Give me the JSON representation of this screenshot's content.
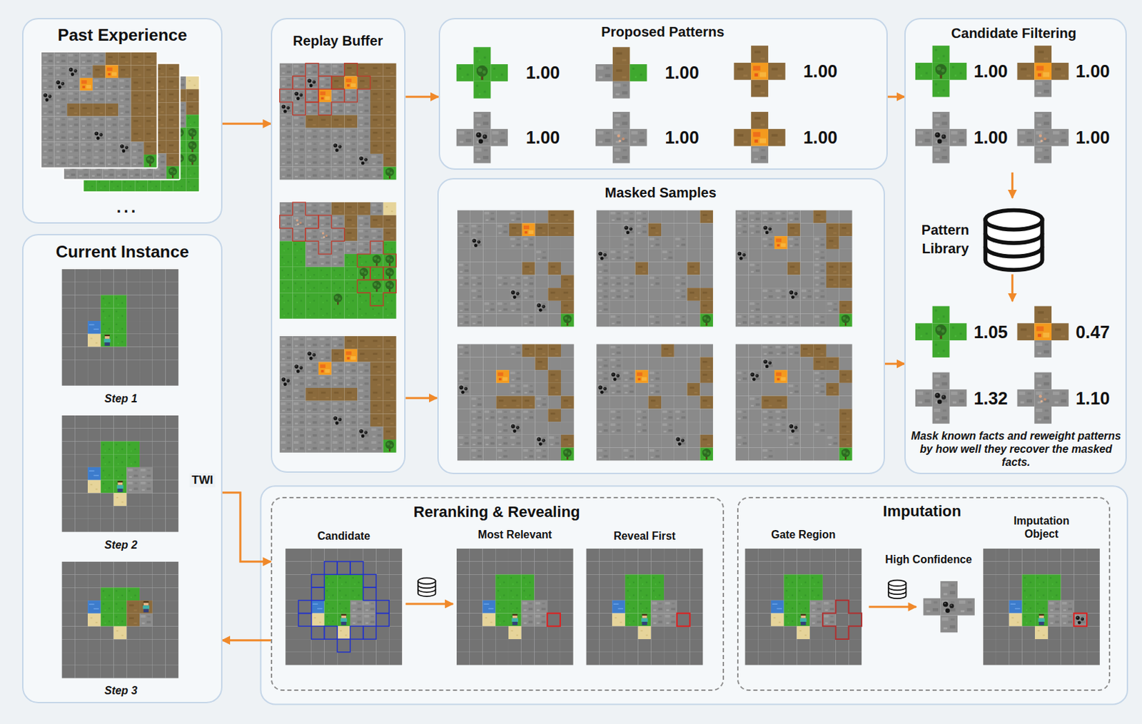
{
  "diagram": {
    "nodes": [
      {
        "text": [
          "Past Experience",
          "..."
        ]
      },
      {
        "text": [
          "Replay Buffer"
        ]
      },
      {
        "text": [
          "Proposed Patterns",
          "1.00",
          "1.00",
          "1.00",
          "1.00",
          "1.00",
          "1.00"
        ]
      },
      {
        "text": [
          "Candidate Filtering",
          "1.00",
          "1.00",
          "1.00",
          "1.00",
          "Pattern Library",
          "1.05",
          "0.47",
          "1.32",
          "1.10",
          "Mask known facts and reweight patterns by how well they recover the masked facts."
        ]
      },
      {
        "text": [
          "Masked Samples"
        ]
      },
      {
        "text": [
          "Current Instance",
          "Step 1",
          "Step 2",
          "Step 3"
        ]
      },
      {
        "text": [
          "Reranking & Revealing",
          "Candidate",
          "Most Relevant",
          "Reveal First"
        ]
      },
      {
        "text": [
          "Imputation",
          "Gate Region",
          "High Confidence",
          "Imputation Object"
        ]
      }
    ],
    "edges": [
      {
        "from": 0,
        "to": 1,
        "arrow": "to"
      },
      {
        "from": 1,
        "to": 2,
        "arrow": "to"
      },
      {
        "from": 1,
        "to": 4,
        "arrow": "to"
      },
      {
        "from": 2,
        "to": 3,
        "arrow": "to"
      },
      {
        "from": 4,
        "to": 3,
        "arrow": "to"
      },
      {
        "from": 5,
        "to": 6,
        "label": "TWI",
        "arrow": "to"
      },
      {
        "from": 6,
        "to": 5,
        "arrow": "to"
      }
    ]
  }
}
